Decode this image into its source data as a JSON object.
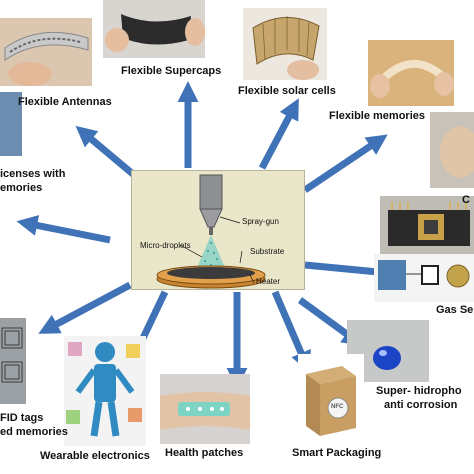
{
  "colors": {
    "arrow": "#3f72b7",
    "center_bg": "#e9e6c9",
    "spray": "#55c6c0"
  },
  "center": {
    "spray_gun": "Spray-gun",
    "micro_droplets": "Micro-droplets",
    "substrate": "Substrate",
    "heater": "Heater"
  },
  "apps": {
    "supercaps": "Flexible Supercaps",
    "antennas": "Flexible Antennas",
    "solar": "Flexible solar cells",
    "memories": "Flexible memories",
    "licenses_1": "icenses with",
    "licenses_2": "emories",
    "gas": "Gas Se",
    "hydro_1": "Super- hidropho",
    "hydro_2": "anti corrosion",
    "smart_packaging": "Smart Packaging",
    "health": "Health patches",
    "wearable": "Wearable electronics",
    "rfid_1": "FID tags",
    "rfid_2": "ed memories",
    "nfc": "NFC",
    "cut_c": "C"
  }
}
